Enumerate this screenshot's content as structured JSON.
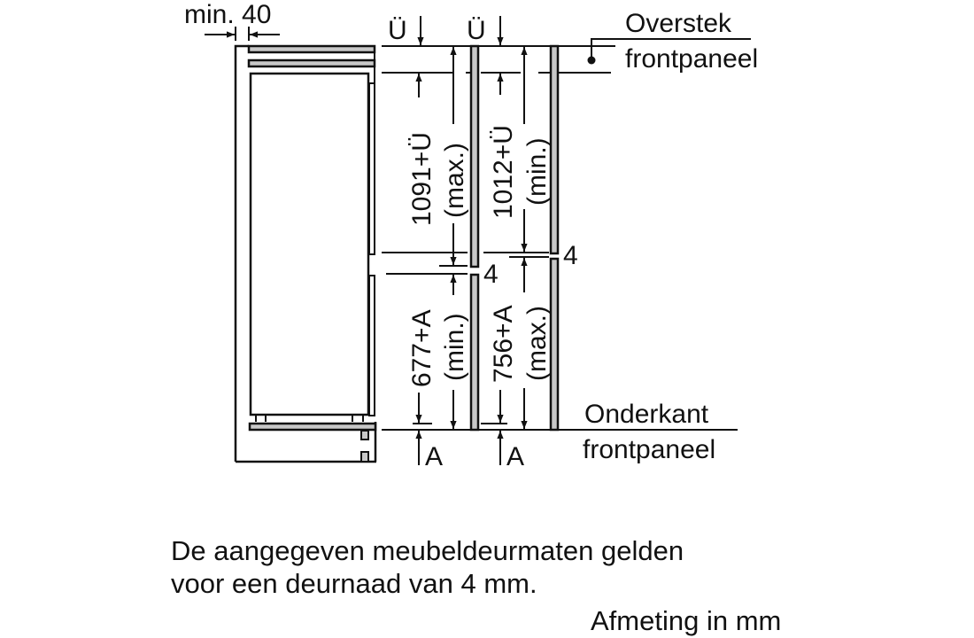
{
  "diagram": {
    "type": "installation-dimension-drawing",
    "colors": {
      "line": "#111111",
      "panel_fill": "#c8c8c8",
      "background": "#ffffff"
    },
    "labels": {
      "min_gap": "min. 40",
      "overhang_symbol_1": "Ü",
      "overhang_symbol_2": "Ü",
      "overhang_line1": "Overstek",
      "overhang_line2": "frontpaneel",
      "bottom_line1": "Onderkant",
      "bottom_line2": "frontpaneel",
      "upper_max_value": "1091+Ü",
      "upper_max_qualifier": "(max.)",
      "upper_min_value": "1012+Ü",
      "upper_min_qualifier": "(min.)",
      "lower_min_value": "677+A",
      "lower_min_qualifier": "(min.)",
      "lower_max_value": "756+A",
      "lower_max_qualifier": "(max.)",
      "gap_left": "4",
      "gap_right": "4",
      "bottom_symbol_1": "A",
      "bottom_symbol_2": "A"
    },
    "notes": {
      "line1": "De aangegeven meubeldeurmaten gelden",
      "line2": "voor een deurnaad van 4 mm.",
      "unit": "Afmeting in mm"
    }
  }
}
